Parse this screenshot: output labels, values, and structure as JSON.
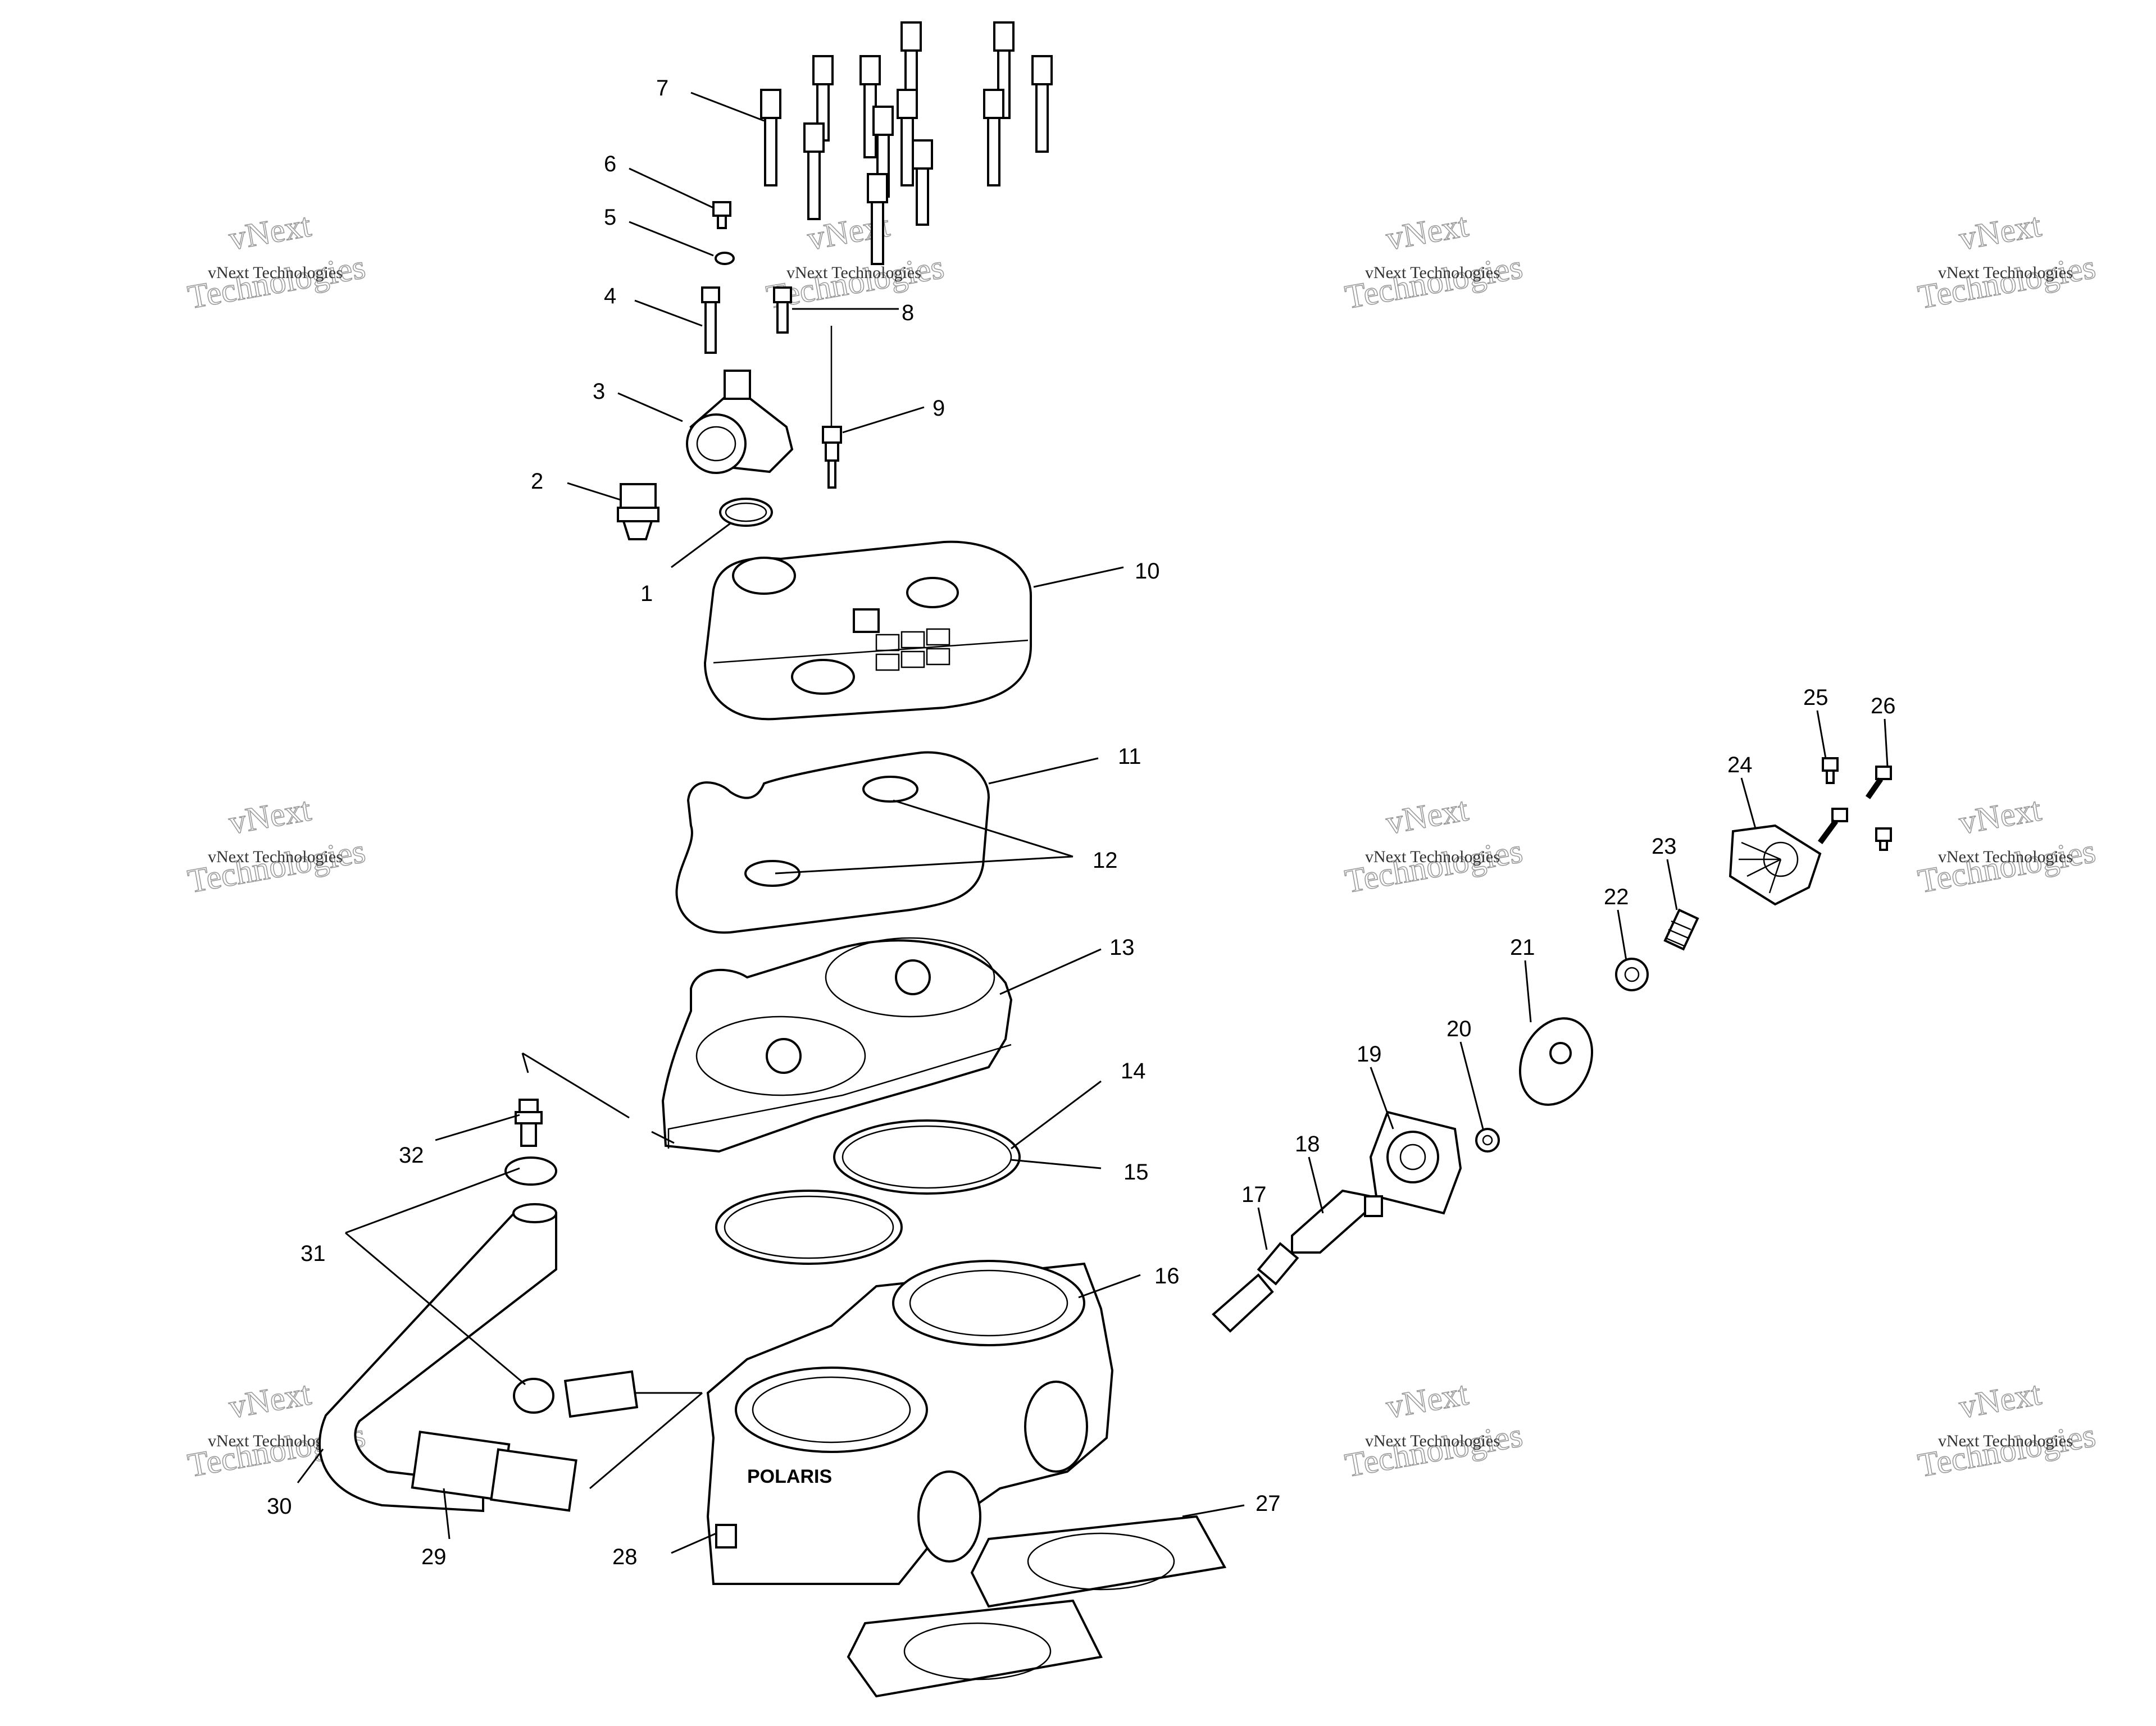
{
  "diagram": {
    "callouts": [
      "1",
      "2",
      "3",
      "4",
      "5",
      "6",
      "7",
      "8",
      "9",
      "10",
      "11",
      "12",
      "13",
      "14",
      "15",
      "16",
      "17",
      "18",
      "19",
      "20",
      "21",
      "22",
      "23",
      "24",
      "25",
      "26",
      "27",
      "28",
      "29",
      "30",
      "31",
      "32"
    ],
    "stamp_text": "POLARIS",
    "watermark": {
      "line1": "vNext",
      "line2": "Technologies",
      "small": "vNext Technologies"
    }
  }
}
